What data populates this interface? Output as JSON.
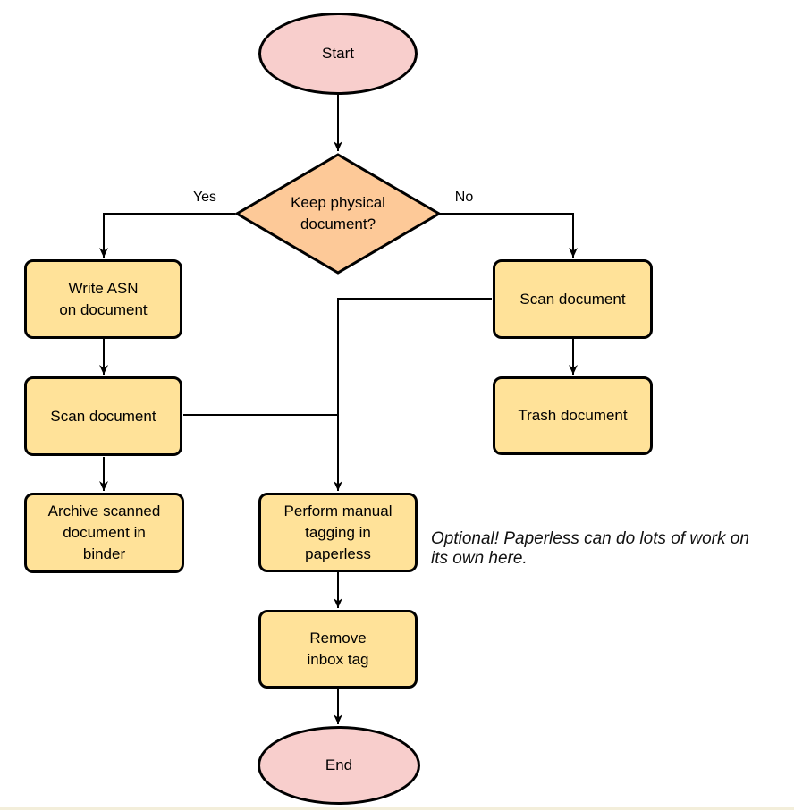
{
  "colors": {
    "terminal_fill": "#F8CECC",
    "decision_fill": "#FDC998",
    "process_fill": "#FFE299",
    "stroke": "#000000",
    "strip_fill": "#f3eeda"
  },
  "nodes": {
    "start": {
      "label": "Start"
    },
    "decision": {
      "lines": [
        "Keep physical",
        "document?"
      ]
    },
    "write_asn": {
      "lines": [
        "Write ASN",
        "on document"
      ]
    },
    "scan_left": {
      "lines": [
        "Scan document"
      ]
    },
    "archive": {
      "lines": [
        "Archive scanned",
        "document in",
        "binder"
      ]
    },
    "scan_right": {
      "lines": [
        "Scan document"
      ]
    },
    "trash": {
      "lines": [
        "Trash document"
      ]
    },
    "tagging": {
      "lines": [
        "Perform manual",
        "tagging in",
        "paperless"
      ]
    },
    "remove_inbox": {
      "lines": [
        "Remove",
        "inbox tag"
      ]
    },
    "end": {
      "label": "End"
    }
  },
  "edge_labels": {
    "yes": "Yes",
    "no": "No"
  },
  "annotation": {
    "lines": [
      "Optional! Paperless can do lots of work on",
      "its own here."
    ]
  }
}
